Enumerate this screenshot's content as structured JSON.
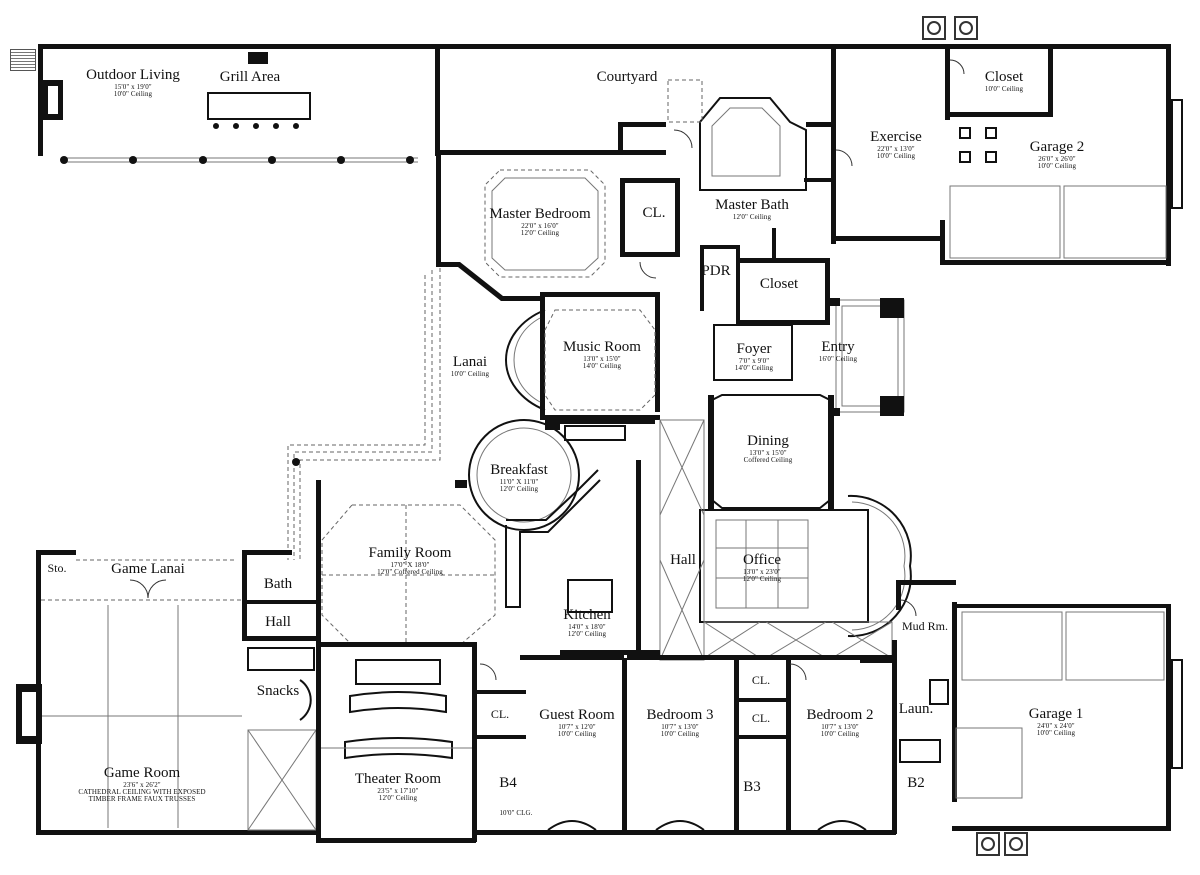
{
  "rooms": {
    "outdoor_living": {
      "name": "Outdoor Living",
      "dims": "15'0\" x 19'0\"",
      "ceiling": "10'0\" Ceiling"
    },
    "grill_area": {
      "name": "Grill Area"
    },
    "courtyard": {
      "name": "Courtyard"
    },
    "closet_top": {
      "name": "Closet",
      "ceiling": "10'0\" Ceiling"
    },
    "exercise": {
      "name": "Exercise",
      "dims": "22'0\" x 13'0\"",
      "ceiling": "10'0\" Ceiling"
    },
    "garage2": {
      "name": "Garage 2",
      "dims": "26'0\" x 26'0\"",
      "ceiling": "10'0\" Ceiling"
    },
    "master_bedroom": {
      "name": "Master Bedroom",
      "dims": "22'0\" x 16'0\"",
      "ceiling": "12'0\" Ceiling"
    },
    "cl_master": {
      "name": "CL."
    },
    "master_bath": {
      "name": "Master Bath",
      "ceiling": "12'0\" Ceiling"
    },
    "pdr": {
      "name": "PDR"
    },
    "closet_master": {
      "name": "Closet"
    },
    "lanai": {
      "name": "Lanai",
      "ceiling": "10'0\" Ceiling"
    },
    "music_room": {
      "name": "Music Room",
      "dims": "13'0\" x 15'0\"",
      "ceiling": "14'0\" Ceiling"
    },
    "foyer": {
      "name": "Foyer",
      "dims": "7'0\" x 9'0\"",
      "ceiling": "14'0\" Ceiling"
    },
    "entry": {
      "name": "Entry",
      "ceiling": "16'0\" Ceiling"
    },
    "breakfast": {
      "name": "Breakfast",
      "dims": "11'0\" X 11'0\"",
      "ceiling": "12'0\" Ceiling"
    },
    "dining": {
      "name": "Dining",
      "dims": "13'0\" x 15'0\"",
      "ceiling": "Coffered Ceiling"
    },
    "family_room": {
      "name": "Family Room",
      "dims": "17'0\" X 18'0\"",
      "ceiling": "12'0\" Coffered Ceiling"
    },
    "hall_center": {
      "name": "Hall"
    },
    "office": {
      "name": "Office",
      "dims": "13'0\" x 23'0\"",
      "ceiling": "12'0\" Ceiling"
    },
    "kitchen": {
      "name": "Kitchen",
      "dims": "14'0\" x 18'0\"",
      "ceiling": "12'0\" Ceiling"
    },
    "sto": {
      "name": "Sto."
    },
    "game_lanai": {
      "name": "Game Lanai"
    },
    "bath": {
      "name": "Bath"
    },
    "hall_left": {
      "name": "Hall"
    },
    "mud_rm": {
      "name": "Mud Rm."
    },
    "snacks": {
      "name": "Snacks"
    },
    "cl_guest": {
      "name": "CL."
    },
    "guest_room": {
      "name": "Guest Room",
      "dims": "10'7\" x 12'0\"",
      "ceiling": "10'0\" Ceiling"
    },
    "bedroom3": {
      "name": "Bedroom 3",
      "dims": "10'7\" x 13'0\"",
      "ceiling": "10'0\" Ceiling"
    },
    "cl_b3a": {
      "name": "CL."
    },
    "cl_b3b": {
      "name": "CL."
    },
    "bedroom2": {
      "name": "Bedroom 2",
      "dims": "10'7\" x 13'0\"",
      "ceiling": "10'0\" Ceiling"
    },
    "laun": {
      "name": "Laun."
    },
    "garage1": {
      "name": "Garage 1",
      "dims": "24'0\" x 24'0\"",
      "ceiling": "10'0\" Ceiling"
    },
    "game_room": {
      "name": "Game Room",
      "dims": "23'6\" x 26'2\"",
      "note1": "CATHEDRAL CEILING WITH EXPOSED",
      "note2": "TIMBER FRAME FAUX TRUSSES"
    },
    "theater_room": {
      "name": "Theater Room",
      "dims": "23'5\" x 17'10\"",
      "ceiling": "12'0\" Ceiling"
    },
    "b4": {
      "name": "B4"
    },
    "b4_clg": {
      "name": "10'0\" CLG."
    },
    "b3": {
      "name": "B3"
    },
    "b2": {
      "name": "B2"
    }
  }
}
